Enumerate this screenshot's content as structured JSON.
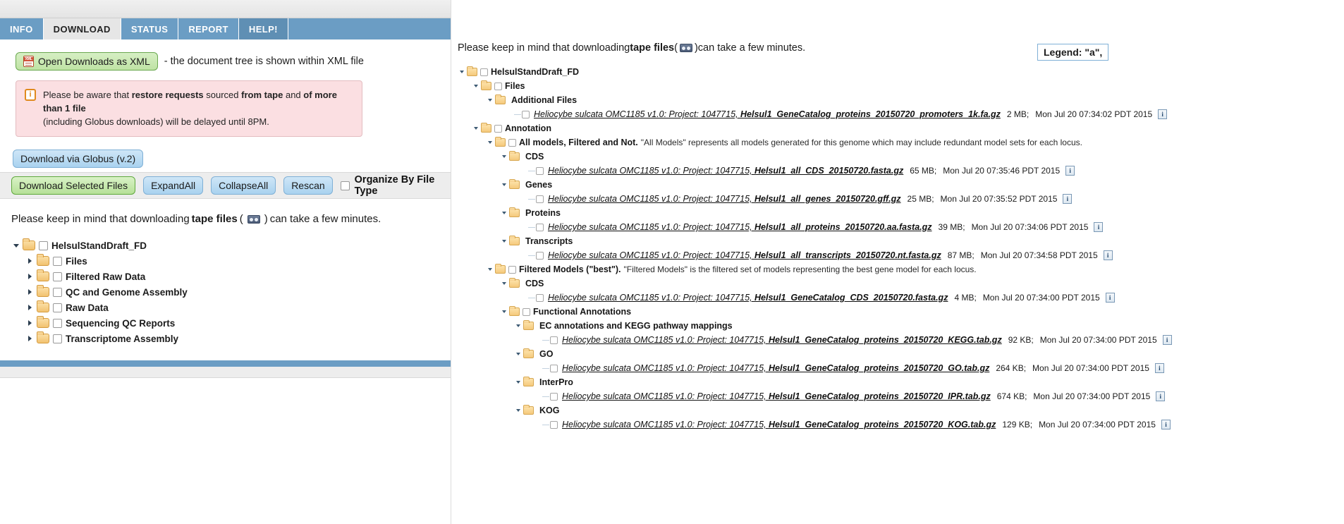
{
  "left": {
    "tabs": [
      {
        "label": "INFO",
        "state": "normal"
      },
      {
        "label": "DOWNLOAD",
        "state": "active"
      },
      {
        "label": "STATUS",
        "state": "normal"
      },
      {
        "label": "REPORT",
        "state": "normal"
      },
      {
        "label": "HELP!",
        "state": "dim"
      }
    ],
    "xml_button": "Open Downloads as XML",
    "xml_note": "- the document tree is shown within XML file",
    "warning": {
      "line1_a": "Please be aware that ",
      "line1_b": "restore requests",
      "line1_c": " sourced ",
      "line1_d": "from tape",
      "line1_e": " and ",
      "line1_f": "of more than 1 file",
      "line2": "(including Globus downloads) will be delayed until 8PM."
    },
    "globus_button": "Download via Globus (v.2)",
    "toolbar": {
      "download_selected": "Download Selected Files",
      "expand_all": "ExpandAll",
      "collapse_all": "CollapseAll",
      "rescan": "Rescan",
      "organize_by_file_type": "Organize By File Type"
    },
    "tape_note": {
      "before": "Please keep in mind that downloading ",
      "bold": "tape files",
      "paren_open": "(",
      "paren_close": ")",
      "after": " can take a few minutes."
    },
    "tree": [
      {
        "label": "HelsulStandDraft_FD",
        "depth": 0,
        "twist": "down",
        "checkbox": true
      },
      {
        "label": "Files",
        "depth": 1,
        "twist": "right",
        "checkbox": true
      },
      {
        "label": "Filtered Raw Data",
        "depth": 1,
        "twist": "right",
        "checkbox": true
      },
      {
        "label": "QC and Genome Assembly",
        "depth": 1,
        "twist": "right",
        "checkbox": true
      },
      {
        "label": "Raw Data",
        "depth": 1,
        "twist": "right",
        "checkbox": true
      },
      {
        "label": "Sequencing QC Reports",
        "depth": 1,
        "twist": "right",
        "checkbox": true
      },
      {
        "label": "Transcriptome Assembly",
        "depth": 1,
        "twist": "right",
        "checkbox": true
      }
    ]
  },
  "right": {
    "tape_note": {
      "before": "Please keep in mind that downloading ",
      "bold": "tape files",
      "paren_open": "(",
      "paren_close": ")",
      "after": " can take a few minutes."
    },
    "legend": "Legend:  \"a\",",
    "tree": [
      {
        "kind": "folder",
        "depth": 0,
        "twist": "down",
        "checkbox": true,
        "label": "HelsulStandDraft_FD"
      },
      {
        "kind": "folder",
        "depth": 1,
        "twist": "down",
        "checkbox": true,
        "label": "Files"
      },
      {
        "kind": "folder",
        "depth": 2,
        "twist": "down",
        "checkbox": false,
        "label": "Additional Files"
      },
      {
        "kind": "file",
        "depth": 4,
        "name_plain": "Heliocybe sulcata OMC1185 v1.0: Project: 1047715, ",
        "name_bold": "Helsul1_GeneCatalog_proteins_20150720_promoters_1k.fa.gz",
        "size": "2 MB;",
        "date": "Mon Jul 20 07:34:02 PDT 2015"
      },
      {
        "kind": "folder",
        "depth": 1,
        "twist": "down",
        "checkbox": true,
        "label": "Annotation"
      },
      {
        "kind": "folder",
        "depth": 2,
        "twist": "down",
        "checkbox": true,
        "label": "All models, Filtered and Not.",
        "desc": "\"All Models\" represents all models generated for this genome which may include redundant model sets for each locus."
      },
      {
        "kind": "folder",
        "depth": 3,
        "twist": "down",
        "checkbox": false,
        "label": "CDS"
      },
      {
        "kind": "file",
        "depth": 5,
        "name_plain": "Heliocybe sulcata OMC1185 v1.0: Project: 1047715, ",
        "name_bold": "Helsul1_all_CDS_20150720.fasta.gz",
        "size": "65 MB;",
        "date": "Mon Jul 20 07:35:46 PDT 2015"
      },
      {
        "kind": "folder",
        "depth": 3,
        "twist": "down",
        "checkbox": false,
        "label": "Genes"
      },
      {
        "kind": "file",
        "depth": 5,
        "name_plain": "Heliocybe sulcata OMC1185 v1.0: Project: 1047715, ",
        "name_bold": "Helsul1_all_genes_20150720.gff.gz",
        "size": "25 MB;",
        "date": "Mon Jul 20 07:35:52 PDT 2015"
      },
      {
        "kind": "folder",
        "depth": 3,
        "twist": "down",
        "checkbox": false,
        "label": "Proteins"
      },
      {
        "kind": "file",
        "depth": 5,
        "name_plain": "Heliocybe sulcata OMC1185 v1.0: Project: 1047715, ",
        "name_bold": "Helsul1_all_proteins_20150720.aa.fasta.gz",
        "size": "39 MB;",
        "date": "Mon Jul 20 07:34:06 PDT 2015"
      },
      {
        "kind": "folder",
        "depth": 3,
        "twist": "down",
        "checkbox": false,
        "label": "Transcripts"
      },
      {
        "kind": "file",
        "depth": 5,
        "name_plain": "Heliocybe sulcata OMC1185 v1.0: Project: 1047715, ",
        "name_bold": "Helsul1_all_transcripts_20150720.nt.fasta.gz",
        "size": "87 MB;",
        "date": "Mon Jul 20 07:34:58 PDT 2015"
      },
      {
        "kind": "folder",
        "depth": 2,
        "twist": "down",
        "checkbox": true,
        "label": "Filtered Models (\"best\").",
        "desc": "\"Filtered Models\" is the filtered set of models representing the best gene model for each locus."
      },
      {
        "kind": "folder",
        "depth": 3,
        "twist": "down",
        "checkbox": false,
        "label": "CDS"
      },
      {
        "kind": "file",
        "depth": 5,
        "name_plain": "Heliocybe sulcata OMC1185 v1.0: Project: 1047715, ",
        "name_bold": "Helsul1_GeneCatalog_CDS_20150720.fasta.gz",
        "size": "4 MB;",
        "date": "Mon Jul 20 07:34:00 PDT 2015"
      },
      {
        "kind": "folder",
        "depth": 3,
        "twist": "down",
        "checkbox": true,
        "label": "Functional Annotations"
      },
      {
        "kind": "folder",
        "depth": 4,
        "twist": "down",
        "checkbox": false,
        "label": "EC annotations and KEGG pathway mappings"
      },
      {
        "kind": "file",
        "depth": 6,
        "name_plain": "Heliocybe sulcata OMC1185 v1.0: Project: 1047715, ",
        "name_bold": "Helsul1_GeneCatalog_proteins_20150720_KEGG.tab.gz",
        "size": "92 KB;",
        "date": "Mon Jul 20 07:34:00 PDT 2015"
      },
      {
        "kind": "folder",
        "depth": 4,
        "twist": "down",
        "checkbox": false,
        "label": "GO"
      },
      {
        "kind": "file",
        "depth": 6,
        "name_plain": "Heliocybe sulcata OMC1185 v1.0: Project: 1047715, ",
        "name_bold": "Helsul1_GeneCatalog_proteins_20150720_GO.tab.gz",
        "size": "264 KB;",
        "date": "Mon Jul 20 07:34:00 PDT 2015"
      },
      {
        "kind": "folder",
        "depth": 4,
        "twist": "down",
        "checkbox": false,
        "label": "InterPro"
      },
      {
        "kind": "file",
        "depth": 6,
        "name_plain": "Heliocybe sulcata OMC1185 v1.0: Project: 1047715, ",
        "name_bold": "Helsul1_GeneCatalog_proteins_20150720_IPR.tab.gz",
        "size": "674 KB;",
        "date": "Mon Jul 20 07:34:00 PDT 2015"
      },
      {
        "kind": "folder",
        "depth": 4,
        "twist": "down",
        "checkbox": false,
        "label": "KOG"
      },
      {
        "kind": "file",
        "depth": 6,
        "name_plain": "Heliocybe sulcata OMC1185 v1.0: Project: 1047715, ",
        "name_bold": "Helsul1_GeneCatalog_proteins_20150720_KOG.tab.gz",
        "size": "129 KB;",
        "date": "Mon Jul 20 07:34:00 PDT 2015"
      }
    ],
    "info_icon_label": "i"
  },
  "colors": {
    "tab_bar": "#6b9dc4",
    "warning_bg": "#fbdfe2",
    "button_green": "#bfe3a4",
    "button_blue": "#a9d2ef"
  }
}
